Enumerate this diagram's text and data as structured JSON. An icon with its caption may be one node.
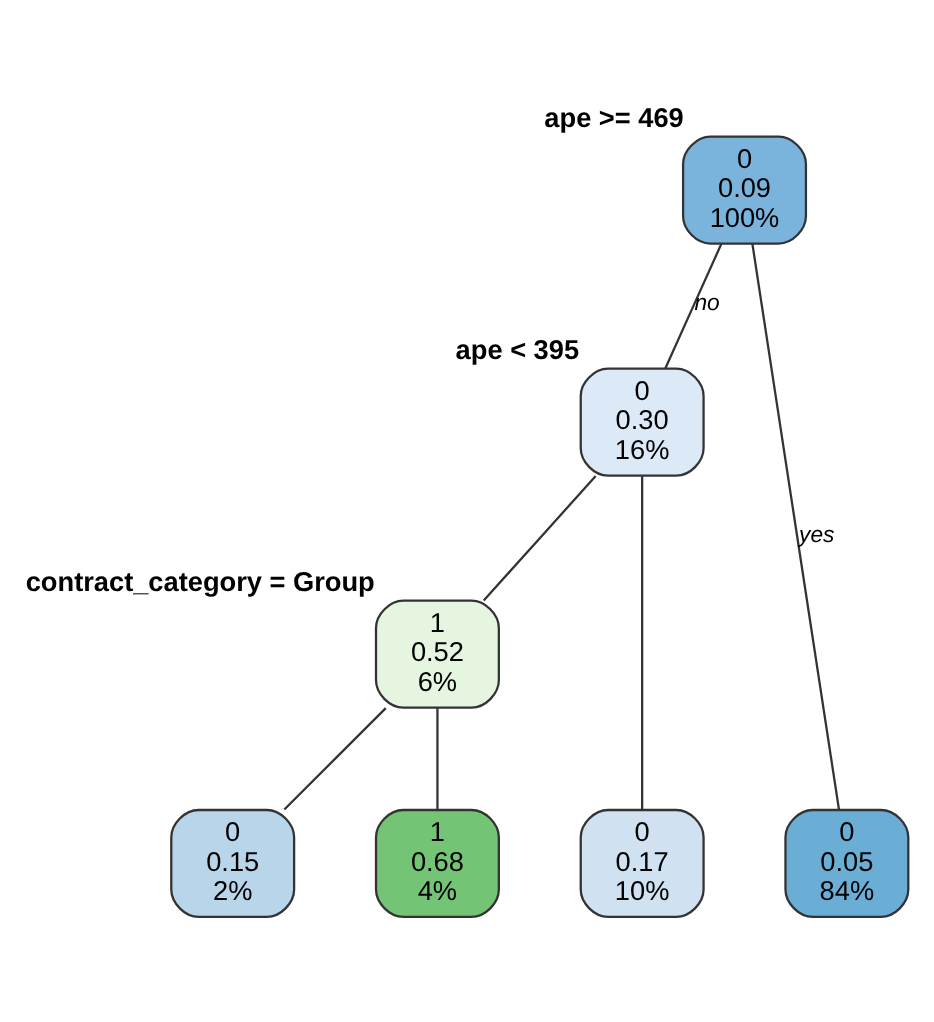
{
  "diagram": {
    "nodes": [
      {
        "text": [
          "0",
          "0.09",
          "100%"
        ],
        "beside": [
          "ape >= 469"
        ]
      },
      {
        "text": [
          "0",
          "0.30",
          "16%"
        ],
        "beside": [
          "ape < 395"
        ]
      },
      {
        "text": [
          "1",
          "0.52",
          "6%"
        ],
        "beside": [
          "contract_category = Group"
        ]
      },
      {
        "text": [
          "0",
          "0.05",
          "84%"
        ]
      },
      {
        "text": [
          "0",
          "0.17",
          "10%"
        ]
      },
      {
        "text": [
          "0",
          "0.15",
          "2%"
        ]
      },
      {
        "text": [
          "1",
          "0.68",
          "4%"
        ]
      }
    ],
    "edges": [
      {
        "from": 0,
        "to": 3,
        "arrow": "none",
        "label": "yes"
      },
      {
        "from": 0,
        "to": 1,
        "arrow": "none",
        "label": "no"
      },
      {
        "from": 1,
        "to": 4,
        "arrow": "none"
      },
      {
        "from": 1,
        "to": 2,
        "arrow": "none"
      },
      {
        "from": 2,
        "to": 5,
        "arrow": "none"
      },
      {
        "from": 2,
        "to": 6,
        "arrow": "none"
      }
    ]
  }
}
